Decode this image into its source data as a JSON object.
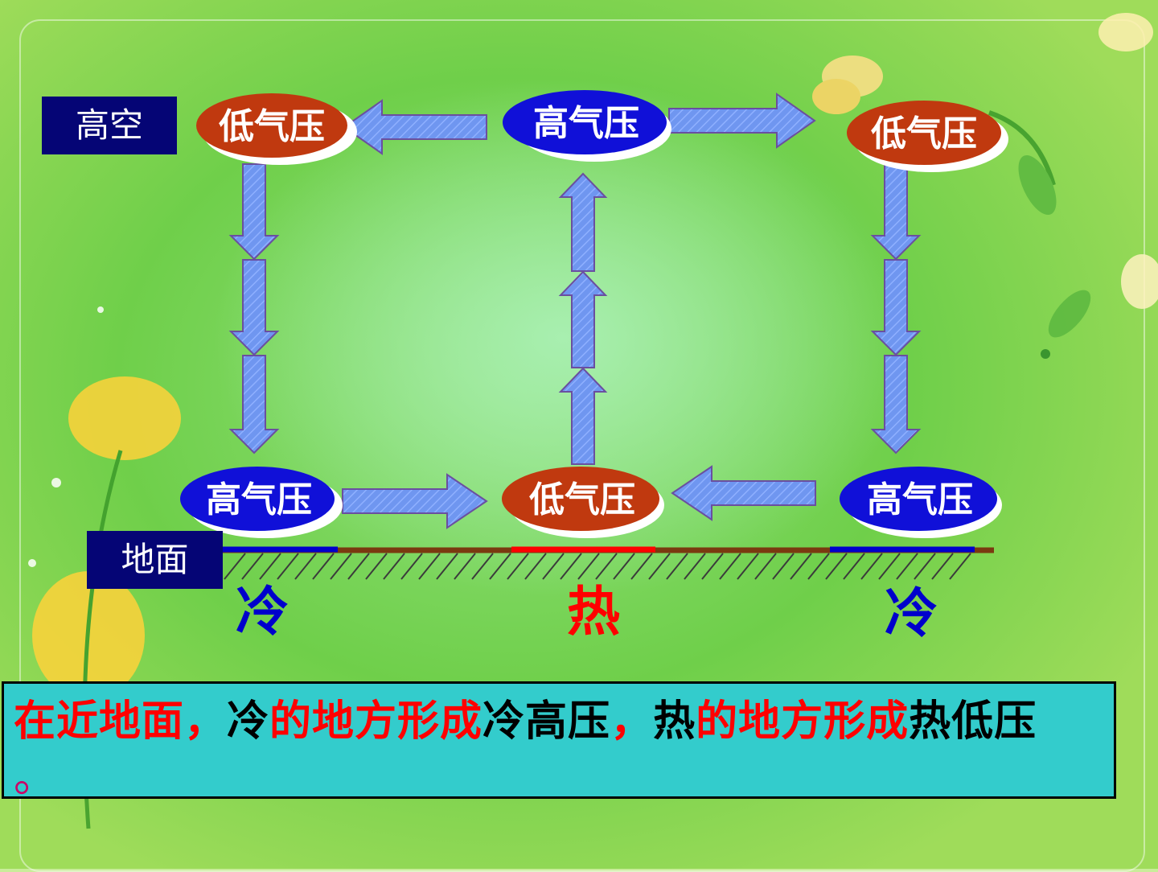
{
  "labels": {
    "high_altitude": "高空",
    "ground": "地面"
  },
  "pressure_labels": {
    "top_left": "低气压",
    "top_center": "高气压",
    "top_right": "低气压",
    "bottom_left": "高气压",
    "bottom_center": "低气压",
    "bottom_right": "高气压"
  },
  "temperature": {
    "left": "冷",
    "center": "热",
    "right": "冷"
  },
  "note": {
    "seg1": "在近地面，",
    "seg2": "冷",
    "seg3": "的地方形成",
    "seg4": "冷高压",
    "seg5": "，",
    "seg6": "热",
    "seg7": "的地方形成",
    "seg8": "热低压",
    "seg9": "。"
  },
  "colors": {
    "low_pressure": "#c0390f",
    "high_pressure": "#1010d8",
    "arrow_fill": "#6f96f0",
    "box": "#050575",
    "cold": "#0000cc",
    "hot": "#ff0000",
    "note_bg": "#33cccc"
  }
}
